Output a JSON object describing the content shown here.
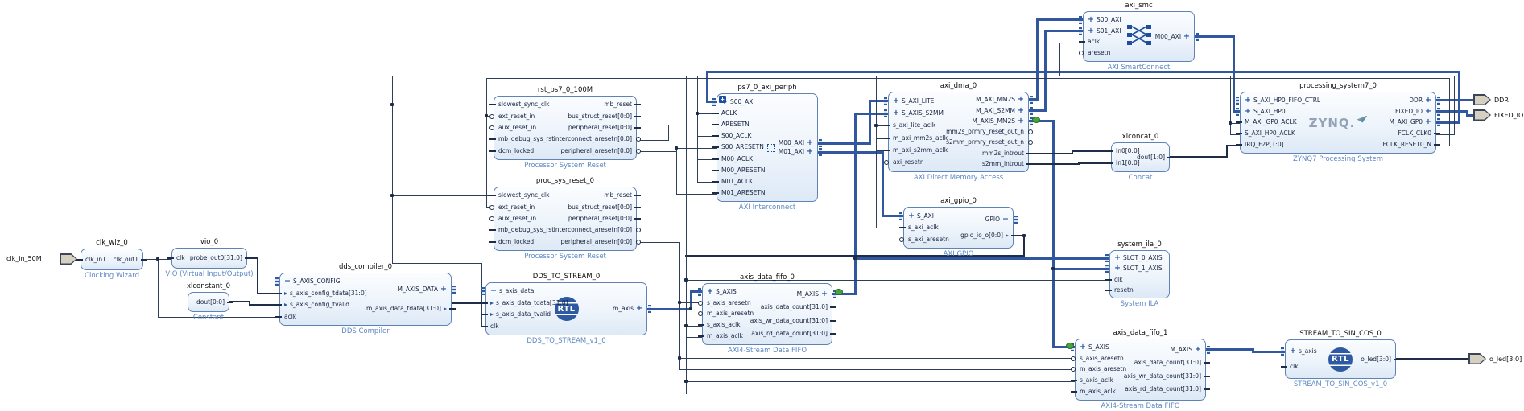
{
  "diagram": {
    "colors": {
      "interface_bus": "#31589f",
      "scalar_wire": "#2e3d58",
      "block_border": "#5f83b5",
      "block_fill": "#eef4fb",
      "type_label": "#5e88c2",
      "interface_glyph": "#1f4e9e",
      "external_port_fill": "#d6d0c2",
      "debug_marker": "#4aa43e"
    },
    "external_ports": [
      {
        "id": "clk_in_50M",
        "label": "clk_in_50M",
        "direction": "input"
      },
      {
        "id": "DDR",
        "label": "DDR",
        "direction": "output"
      },
      {
        "id": "FIXED_IO",
        "label": "FIXED_IO",
        "direction": "output"
      },
      {
        "id": "o_led",
        "label": "o_led[3:0]",
        "direction": "output"
      }
    ],
    "debug_markers": [
      "axis_data_fifo_0.M_AXIS",
      "axi_dma_0.M_AXIS_MM2S",
      "axis_data_fifo_1.S_AXIS"
    ],
    "blocks": [
      {
        "name": "clk_wiz_0",
        "type_label": "Clocking Wizard",
        "icon": null,
        "left_ports": [
          {
            "name": "clk_in1",
            "kind": "plain"
          }
        ],
        "right_ports": [
          {
            "name": "clk_out1",
            "kind": "plain"
          }
        ]
      },
      {
        "name": "vio_0",
        "type_label": "VIO (Virtual Input/Output)",
        "icon": null,
        "left_ports": [
          {
            "name": "clk",
            "kind": "plain"
          }
        ],
        "right_ports": [
          {
            "name": "probe_out0[31:0]",
            "kind": "plain"
          }
        ]
      },
      {
        "name": "xlconstant_0",
        "type_label": "Constant",
        "icon": null,
        "left_ports": [],
        "right_ports": [
          {
            "name": "dout[0:0]",
            "kind": "plain"
          }
        ]
      },
      {
        "name": "dds_compiler_0",
        "type_label": "DDS Compiler",
        "icon": null,
        "left_ports": [
          {
            "name": "S_AXIS_CONFIG",
            "kind": "iface_minus"
          },
          {
            "name": "s_axis_config_tdata[31:0]",
            "kind": "vec"
          },
          {
            "name": "s_axis_config_tvalid",
            "kind": "vec"
          },
          {
            "name": "aclk",
            "kind": "plain"
          }
        ],
        "right_ports": [
          {
            "name": "M_AXIS_DATA",
            "kind": "iface_plus"
          },
          {
            "name": "m_axis_data_tdata[31:0]",
            "kind": "vec"
          }
        ]
      },
      {
        "name": "DDS_TO_STREAM_0",
        "type_label": "DDS_TO_STREAM_v1_0",
        "icon": "rtl",
        "left_ports": [
          {
            "name": "s_axis_data",
            "kind": "iface_minus"
          },
          {
            "name": "s_axis_data_tdata[31:0]",
            "kind": "vec"
          },
          {
            "name": "s_axis_data_tvalid",
            "kind": "vec"
          },
          {
            "name": "clk",
            "kind": "plain"
          }
        ],
        "right_ports": [
          {
            "name": "m_axis",
            "kind": "iface_plus"
          }
        ]
      },
      {
        "name": "rst_ps7_0_100M",
        "type_label": "Processor System Reset",
        "icon": null,
        "left_ports": [
          {
            "name": "slowest_sync_clk",
            "kind": "plain"
          },
          {
            "name": "ext_reset_in",
            "kind": "inv"
          },
          {
            "name": "aux_reset_in",
            "kind": "inv"
          },
          {
            "name": "mb_debug_sys_rst",
            "kind": "plain"
          },
          {
            "name": "dcm_locked",
            "kind": "plain"
          }
        ],
        "right_ports": [
          {
            "name": "mb_reset",
            "kind": "plain"
          },
          {
            "name": "bus_struct_reset[0:0]",
            "kind": "plain"
          },
          {
            "name": "peripheral_reset[0:0]",
            "kind": "plain"
          },
          {
            "name": "interconnect_aresetn[0:0]",
            "kind": "inv"
          },
          {
            "name": "peripheral_aresetn[0:0]",
            "kind": "inv"
          }
        ]
      },
      {
        "name": "proc_sys_reset_0",
        "type_label": "Processor System Reset",
        "icon": null,
        "left_ports": [
          {
            "name": "slowest_sync_clk",
            "kind": "plain"
          },
          {
            "name": "ext_reset_in",
            "kind": "inv"
          },
          {
            "name": "aux_reset_in",
            "kind": "inv"
          },
          {
            "name": "mb_debug_sys_rst",
            "kind": "plain"
          },
          {
            "name": "dcm_locked",
            "kind": "plain"
          }
        ],
        "right_ports": [
          {
            "name": "mb_reset",
            "kind": "plain"
          },
          {
            "name": "bus_struct_reset[0:0]",
            "kind": "plain"
          },
          {
            "name": "peripheral_reset[0:0]",
            "kind": "plain"
          },
          {
            "name": "interconnect_aresetn[0:0]",
            "kind": "inv"
          },
          {
            "name": "peripheral_aresetn[0:0]",
            "kind": "inv"
          }
        ]
      },
      {
        "name": "ps7_0_axi_periph",
        "type_label": "AXI Interconnect",
        "icon": null,
        "corner_plus": true,
        "expander": true,
        "right_center": true,
        "left_ports": [
          {
            "name": "S00_AXI",
            "kind": "iface_plus"
          },
          {
            "name": "ACLK",
            "kind": "plain"
          },
          {
            "name": "ARESETN",
            "kind": "plain"
          },
          {
            "name": "S00_ACLK",
            "kind": "plain"
          },
          {
            "name": "S00_ARESETN",
            "kind": "plain"
          },
          {
            "name": "M00_ACLK",
            "kind": "plain"
          },
          {
            "name": "M00_ARESETN",
            "kind": "plain"
          },
          {
            "name": "M01_ACLK",
            "kind": "plain"
          },
          {
            "name": "M01_ARESETN",
            "kind": "plain"
          }
        ],
        "right_ports": [
          {
            "name": "M00_AXI",
            "kind": "iface_plus"
          },
          {
            "name": "M01_AXI",
            "kind": "iface_plus"
          }
        ]
      },
      {
        "name": "axi_dma_0",
        "type_label": "AXI Direct Memory Access",
        "icon": null,
        "left_ports": [
          {
            "name": "S_AXI_LITE",
            "kind": "iface_plus"
          },
          {
            "name": "S_AXIS_S2MM",
            "kind": "iface_plus"
          },
          {
            "name": "s_axi_lite_aclk",
            "kind": "plain"
          },
          {
            "name": "m_axi_mm2s_aclk",
            "kind": "plain"
          },
          {
            "name": "m_axi_s2mm_aclk",
            "kind": "plain"
          },
          {
            "name": "axi_resetn",
            "kind": "inv"
          }
        ],
        "right_ports": [
          {
            "name": "M_AXI_MM2S",
            "kind": "iface_plus"
          },
          {
            "name": "M_AXI_S2MM",
            "kind": "iface_plus"
          },
          {
            "name": "M_AXIS_MM2S",
            "kind": "iface_plus"
          },
          {
            "name": "mm2s_prmry_reset_out_n",
            "kind": "inv"
          },
          {
            "name": "s2mm_prmry_reset_out_n",
            "kind": "inv"
          },
          {
            "name": "mm2s_introut",
            "kind": "plain"
          },
          {
            "name": "s2mm_introut",
            "kind": "plain"
          }
        ]
      },
      {
        "name": "axi_gpio_0",
        "type_label": "AXI GPIO",
        "icon": null,
        "left_ports": [
          {
            "name": "S_AXI",
            "kind": "iface_plus"
          },
          {
            "name": "s_axi_aclk",
            "kind": "plain"
          },
          {
            "name": "s_axi_aresetn",
            "kind": "inv"
          }
        ],
        "right_ports": [
          {
            "name": "GPIO",
            "kind": "iface_minus"
          },
          {
            "name": "gpio_io_o[0:0]",
            "kind": "vec"
          }
        ]
      },
      {
        "name": "axi_smc",
        "type_label": "AXI SmartConnect",
        "icon": "crossbar",
        "left_ports": [
          {
            "name": "S00_AXI",
            "kind": "iface_plus"
          },
          {
            "name": "S01_AXI",
            "kind": "iface_plus"
          },
          {
            "name": "aclk",
            "kind": "plain"
          },
          {
            "name": "aresetn",
            "kind": "inv"
          }
        ],
        "right_ports": [
          {
            "name": "M00_AXI",
            "kind": "iface_plus"
          }
        ]
      },
      {
        "name": "xlconcat_0",
        "type_label": "Concat",
        "icon": null,
        "left_ports": [
          {
            "name": "In0[0:0]",
            "kind": "plain"
          },
          {
            "name": "In1[0:0]",
            "kind": "plain"
          }
        ],
        "right_ports": [
          {
            "name": "dout[1:0]",
            "kind": "plain"
          }
        ]
      },
      {
        "name": "system_ila_0",
        "type_label": "System ILA",
        "icon": null,
        "left_ports": [
          {
            "name": "SLOT_0_AXIS",
            "kind": "iface_plus"
          },
          {
            "name": "SLOT_1_AXIS",
            "kind": "iface_plus"
          },
          {
            "name": "clk",
            "kind": "plain"
          },
          {
            "name": "resetn",
            "kind": "plain"
          }
        ],
        "right_ports": []
      },
      {
        "name": "processing_system7_0",
        "type_label": "ZYNQ7 Processing System",
        "icon": "zynq",
        "left_ports": [
          {
            "name": "S_AXI_HP0_FIFO_CTRL",
            "kind": "iface_plus"
          },
          {
            "name": "S_AXI_HP0",
            "kind": "iface_plus"
          },
          {
            "name": "M_AXI_GP0_ACLK",
            "kind": "plain"
          },
          {
            "name": "S_AXI_HP0_ACLK",
            "kind": "plain"
          },
          {
            "name": "IRQ_F2P[1:0]",
            "kind": "plain"
          }
        ],
        "right_ports": [
          {
            "name": "DDR",
            "kind": "iface_plus"
          },
          {
            "name": "FIXED_IO",
            "kind": "iface_plus"
          },
          {
            "name": "M_AXI_GP0",
            "kind": "iface_plus"
          },
          {
            "name": "FCLK_CLK0",
            "kind": "plain"
          },
          {
            "name": "FCLK_RESET0_N",
            "kind": "plain"
          }
        ]
      },
      {
        "name": "axis_data_fifo_0",
        "type_label": "AXI4-Stream Data FIFO",
        "icon": null,
        "left_ports": [
          {
            "name": "S_AXIS",
            "kind": "iface_plus"
          },
          {
            "name": "s_axis_aresetn",
            "kind": "inv"
          },
          {
            "name": "m_axis_aresetn",
            "kind": "inv"
          },
          {
            "name": "s_axis_aclk",
            "kind": "plain"
          },
          {
            "name": "m_axis_aclk",
            "kind": "plain"
          }
        ],
        "right_ports": [
          {
            "name": "M_AXIS",
            "kind": "iface_plus"
          },
          {
            "name": "axis_data_count[31:0]",
            "kind": "plain"
          },
          {
            "name": "axis_wr_data_count[31:0]",
            "kind": "plain"
          },
          {
            "name": "axis_rd_data_count[31:0]",
            "kind": "plain"
          }
        ]
      },
      {
        "name": "axis_data_fifo_1",
        "type_label": "AXI4-Stream Data FIFO",
        "icon": null,
        "left_ports": [
          {
            "name": "S_AXIS",
            "kind": "iface_plus"
          },
          {
            "name": "s_axis_aresetn",
            "kind": "inv"
          },
          {
            "name": "m_axis_aresetn",
            "kind": "inv"
          },
          {
            "name": "s_axis_aclk",
            "kind": "plain"
          },
          {
            "name": "m_axis_aclk",
            "kind": "plain"
          }
        ],
        "right_ports": [
          {
            "name": "M_AXIS",
            "kind": "iface_plus"
          },
          {
            "name": "axis_data_count[31:0]",
            "kind": "plain"
          },
          {
            "name": "axis_wr_data_count[31:0]",
            "kind": "plain"
          },
          {
            "name": "axis_rd_data_count[31:0]",
            "kind": "plain"
          }
        ]
      },
      {
        "name": "STREAM_TO_SIN_COS_0",
        "type_label": "STREAM_TO_SIN_COS_v1_0",
        "icon": "rtl",
        "left_ports": [
          {
            "name": "s_axis",
            "kind": "iface_plus"
          },
          {
            "name": "clk",
            "kind": "plain"
          }
        ],
        "right_ports": [
          {
            "name": "o_led[3:0]",
            "kind": "plain"
          }
        ]
      }
    ]
  }
}
